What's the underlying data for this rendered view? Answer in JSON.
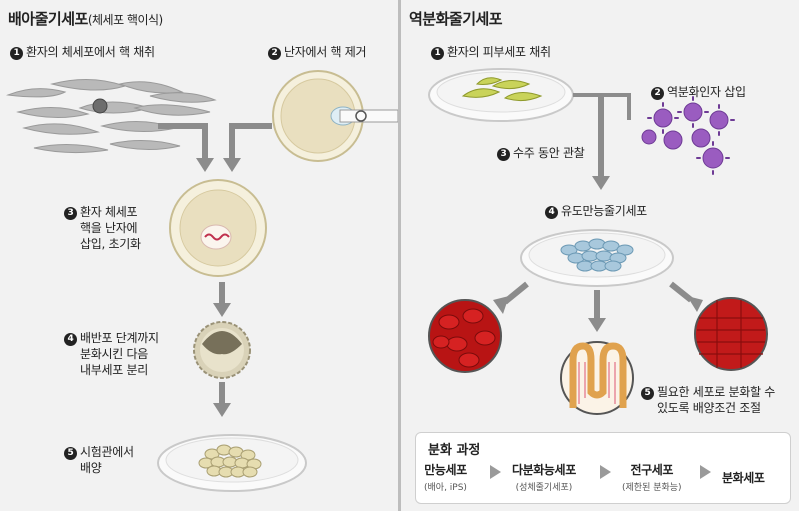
{
  "left": {
    "title": "배아줄기세포",
    "subtitle": "(체세포 핵이식)",
    "steps": [
      {
        "num": "1",
        "line1": "환자의 체세포에서 핵 채취",
        "line2": ""
      },
      {
        "num": "2",
        "line1": "난자에서 핵 제거",
        "line2": ""
      },
      {
        "num": "3",
        "line1": "환자 체세포",
        "line2": "핵을 난자에",
        "line3": "삽입, 초기화"
      },
      {
        "num": "4",
        "line1": "배반포 단계까지",
        "line2": "분화시킨 다음",
        "line3": "내부세포 분리"
      },
      {
        "num": "5",
        "line1": "시험관에서",
        "line2": "배양"
      }
    ]
  },
  "right": {
    "title": "역분화줄기세포",
    "steps": [
      {
        "num": "1",
        "line1": "환자의 피부세포 채취"
      },
      {
        "num": "2",
        "line1": "역분화인자 삽입"
      },
      {
        "num": "3",
        "line1": "수주 동안 관찰"
      },
      {
        "num": "4",
        "line1": "유도만능줄기세포"
      },
      {
        "num": "5",
        "line1": "필요한 세포로 분화할 수",
        "line2": "있도록 배양조건 조절"
      }
    ],
    "process": {
      "title": "분화 과정",
      "items": [
        {
          "label": "만능세포",
          "sub": "(배아, iPS)"
        },
        {
          "label": "다분화능세포",
          "sub": "(성체줄기세포)"
        },
        {
          "label": "전구세포",
          "sub": "(제한된 분화능)"
        },
        {
          "label": "분화세포",
          "sub": ""
        }
      ]
    }
  },
  "colors": {
    "arrow": "#8c8c8c",
    "egg": "#e9dfbf",
    "blood": "#b81414",
    "virus": "#9a5cc0",
    "ips": "#a8c8dc"
  }
}
